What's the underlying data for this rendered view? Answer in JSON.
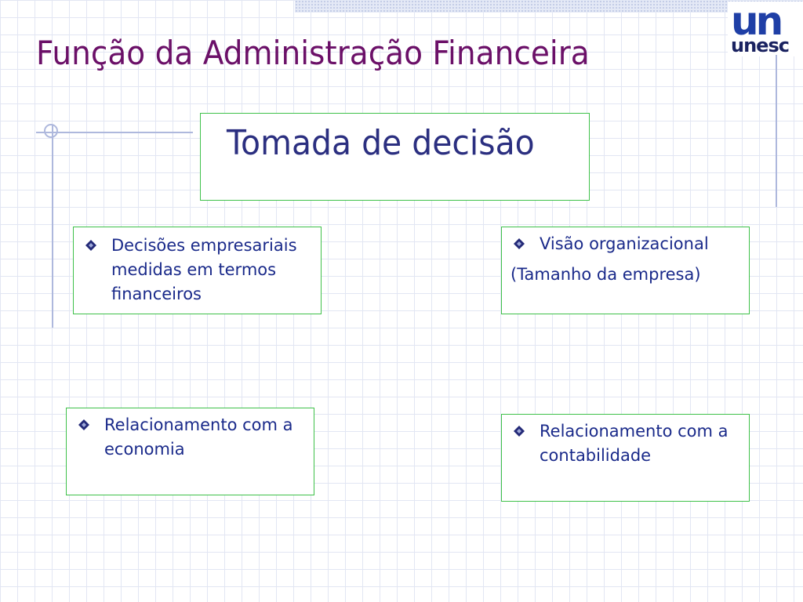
{
  "slide": {
    "title": "Função da Administração Financeira",
    "logo": {
      "mark": "un",
      "text": "unesc"
    },
    "center": {
      "text": "Tomada de decisão"
    },
    "boxes": [
      {
        "lines": [
          "Decisões empresariais",
          "medidas em termos",
          "financeiros"
        ]
      },
      {
        "lines": [
          "Visão organizacional"
        ],
        "sub": "(Tamanho da empresa)"
      },
      {
        "lines": [
          "Relacionamento com a",
          "economia"
        ]
      },
      {
        "lines": [
          "Relacionamento com a",
          "contabilidade"
        ]
      }
    ],
    "colors": {
      "title": "#6b1068",
      "text": "#1a2a8a",
      "box_border": "#3fc14a",
      "bullet_outer": "#242a78",
      "bullet_inner": "#9ea8d8",
      "grid": "#e2e6f3"
    },
    "icons": {
      "bullet": "diamond-bullet-icon"
    }
  }
}
